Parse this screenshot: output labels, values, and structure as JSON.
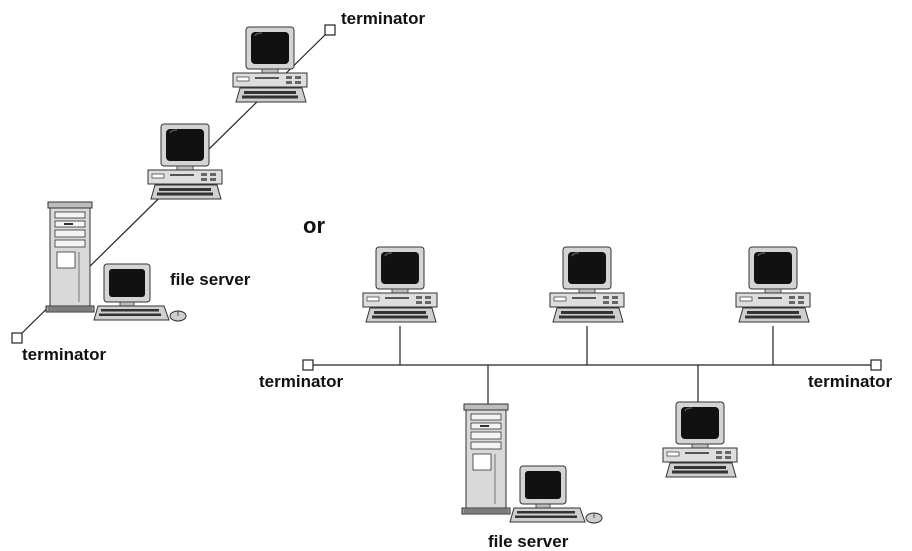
{
  "labels": {
    "terminator": "terminator",
    "file_server": "file server",
    "or": "or"
  }
}
